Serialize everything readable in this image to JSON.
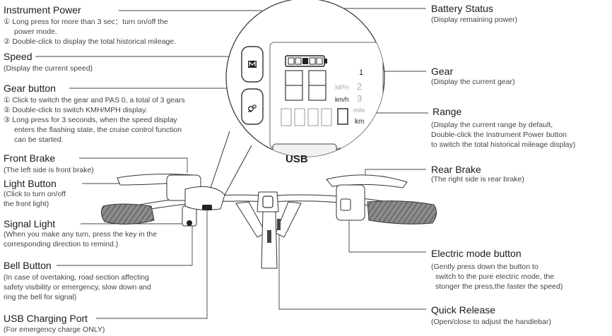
{
  "left": {
    "instrument_power": {
      "title": "Instrument Power",
      "lines": [
        "① Long press for more than 3 sec：turn on/off the",
        "power mode.",
        "② Double-click to display the total historical mileage."
      ]
    },
    "speed": {
      "title": "Speed",
      "lines": [
        "(Display the current speed)"
      ]
    },
    "gear_button": {
      "title": "Gear button",
      "lines": [
        "① Click to switch the gear and PAS 0, a total of 3 gears",
        "② Double-click to switch KMH/MPH display.",
        "③ Long press for 3 seconds, when the speed display",
        "enters the flashing state, the cruise control function",
        "can be started."
      ]
    },
    "front_brake": {
      "title": "Front Brake",
      "lines": [
        "(The left side is front brake)"
      ]
    },
    "light_button": {
      "title": "Light Button",
      "lines": [
        "(Click to turn on/off",
        "the front light)"
      ]
    },
    "signal_light": {
      "title": "Signal Light",
      "lines": [
        "(When you make any turn, press the key in the",
        "corresponding direction to remind.)"
      ]
    },
    "bell_button": {
      "title": "Bell Button",
      "lines": [
        "(In case of overtaking, road section affecting",
        "safety visibility or emergency, slow down and",
        "ring the bell for signal)"
      ]
    },
    "usb_port": {
      "title": "USB Charging Port",
      "lines": [
        "(For emergency charge ONLY)"
      ]
    }
  },
  "right": {
    "battery_status": {
      "title": "Battery Status",
      "lines": [
        "(Display remaining power)"
      ]
    },
    "gear": {
      "title": "Gear",
      "lines": [
        "(Display the current gear)"
      ]
    },
    "range": {
      "title": "Range",
      "lines": [
        "(Display the current range by default,",
        "Double-click the Instrument Power button",
        "to switch the total historical mileage display)"
      ]
    },
    "rear_brake": {
      "title": "Rear Brake",
      "lines": [
        "(The right side is rear brake)"
      ]
    },
    "electric_mode": {
      "title": "Electric mode button",
      "lines": [
        "(Gently press down the button to",
        "switch to the pure electric mode, the",
        "stonger the press,the faster the speed)"
      ]
    },
    "quick_release": {
      "title": "Quick Release",
      "lines": [
        "(Open/close to adjust the handlebar)"
      ]
    }
  },
  "display": {
    "unit_mph": "MPH",
    "unit_kmh": "km/h",
    "unit_mile": "mile",
    "unit_km": "km",
    "gear_2": "2",
    "gear_3": "3",
    "gear_1": "1",
    "usb_label": "USB"
  }
}
